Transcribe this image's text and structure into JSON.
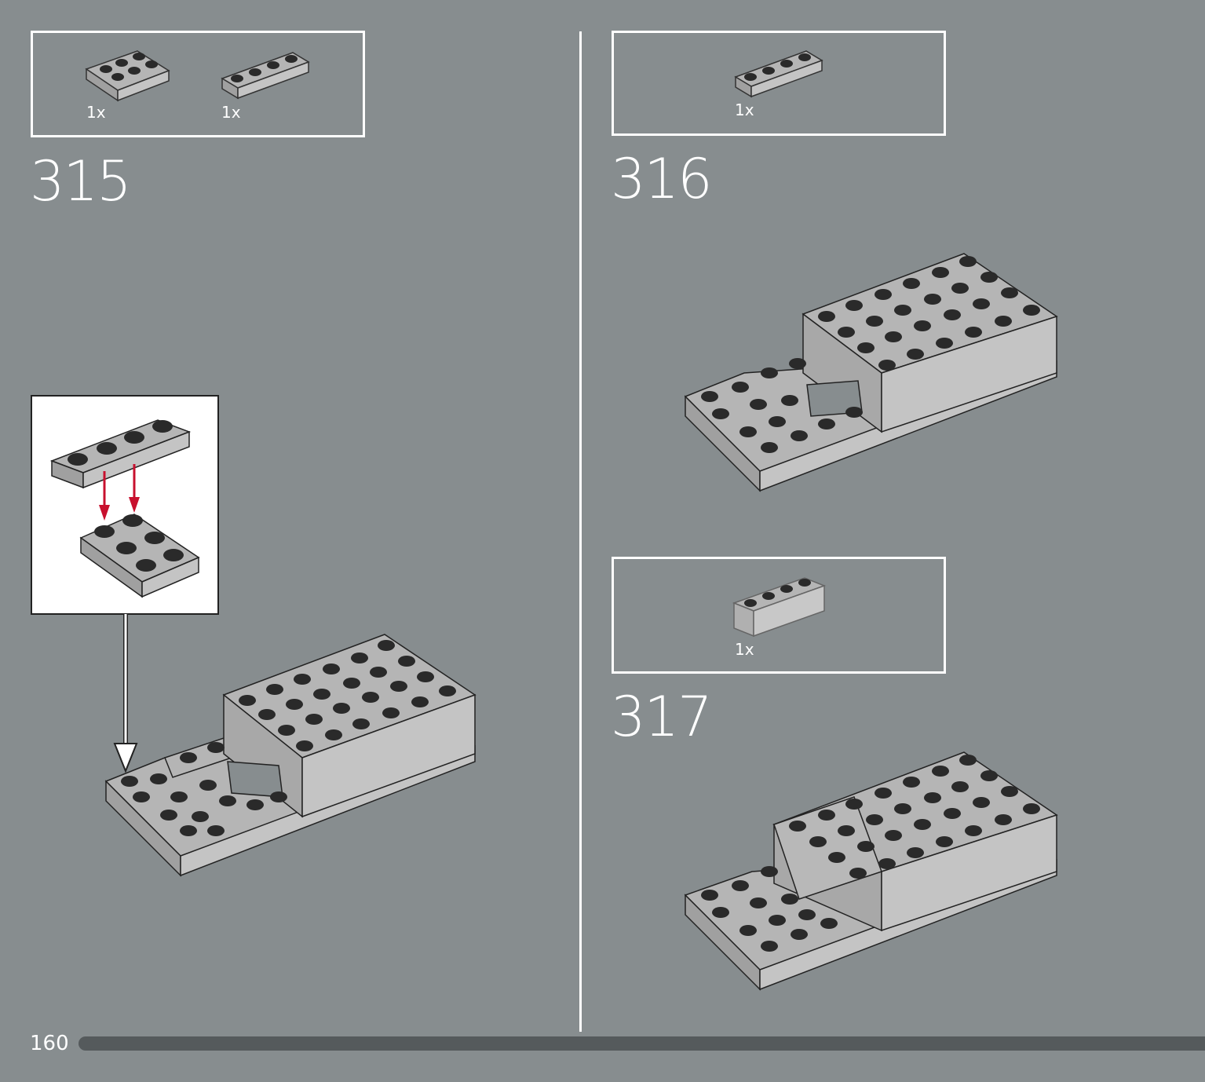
{
  "page": {
    "number": "160",
    "background": "#878d8f",
    "progress_color": "#555a5c"
  },
  "steps": [
    {
      "number": "315",
      "parts": [
        {
          "qty": "1x",
          "icon": "plate-2x3-icon"
        },
        {
          "qty": "1x",
          "icon": "plate-1x4-icon"
        }
      ]
    },
    {
      "number": "316",
      "parts": [
        {
          "qty": "1x",
          "icon": "plate-1x4-icon"
        }
      ]
    },
    {
      "number": "317",
      "parts": [
        {
          "qty": "1x",
          "icon": "brick-1x4-icon"
        }
      ]
    }
  ],
  "colors": {
    "brick": "#b5b5b5",
    "stud": "#2a2a2a",
    "arrow": "#c8102e"
  }
}
